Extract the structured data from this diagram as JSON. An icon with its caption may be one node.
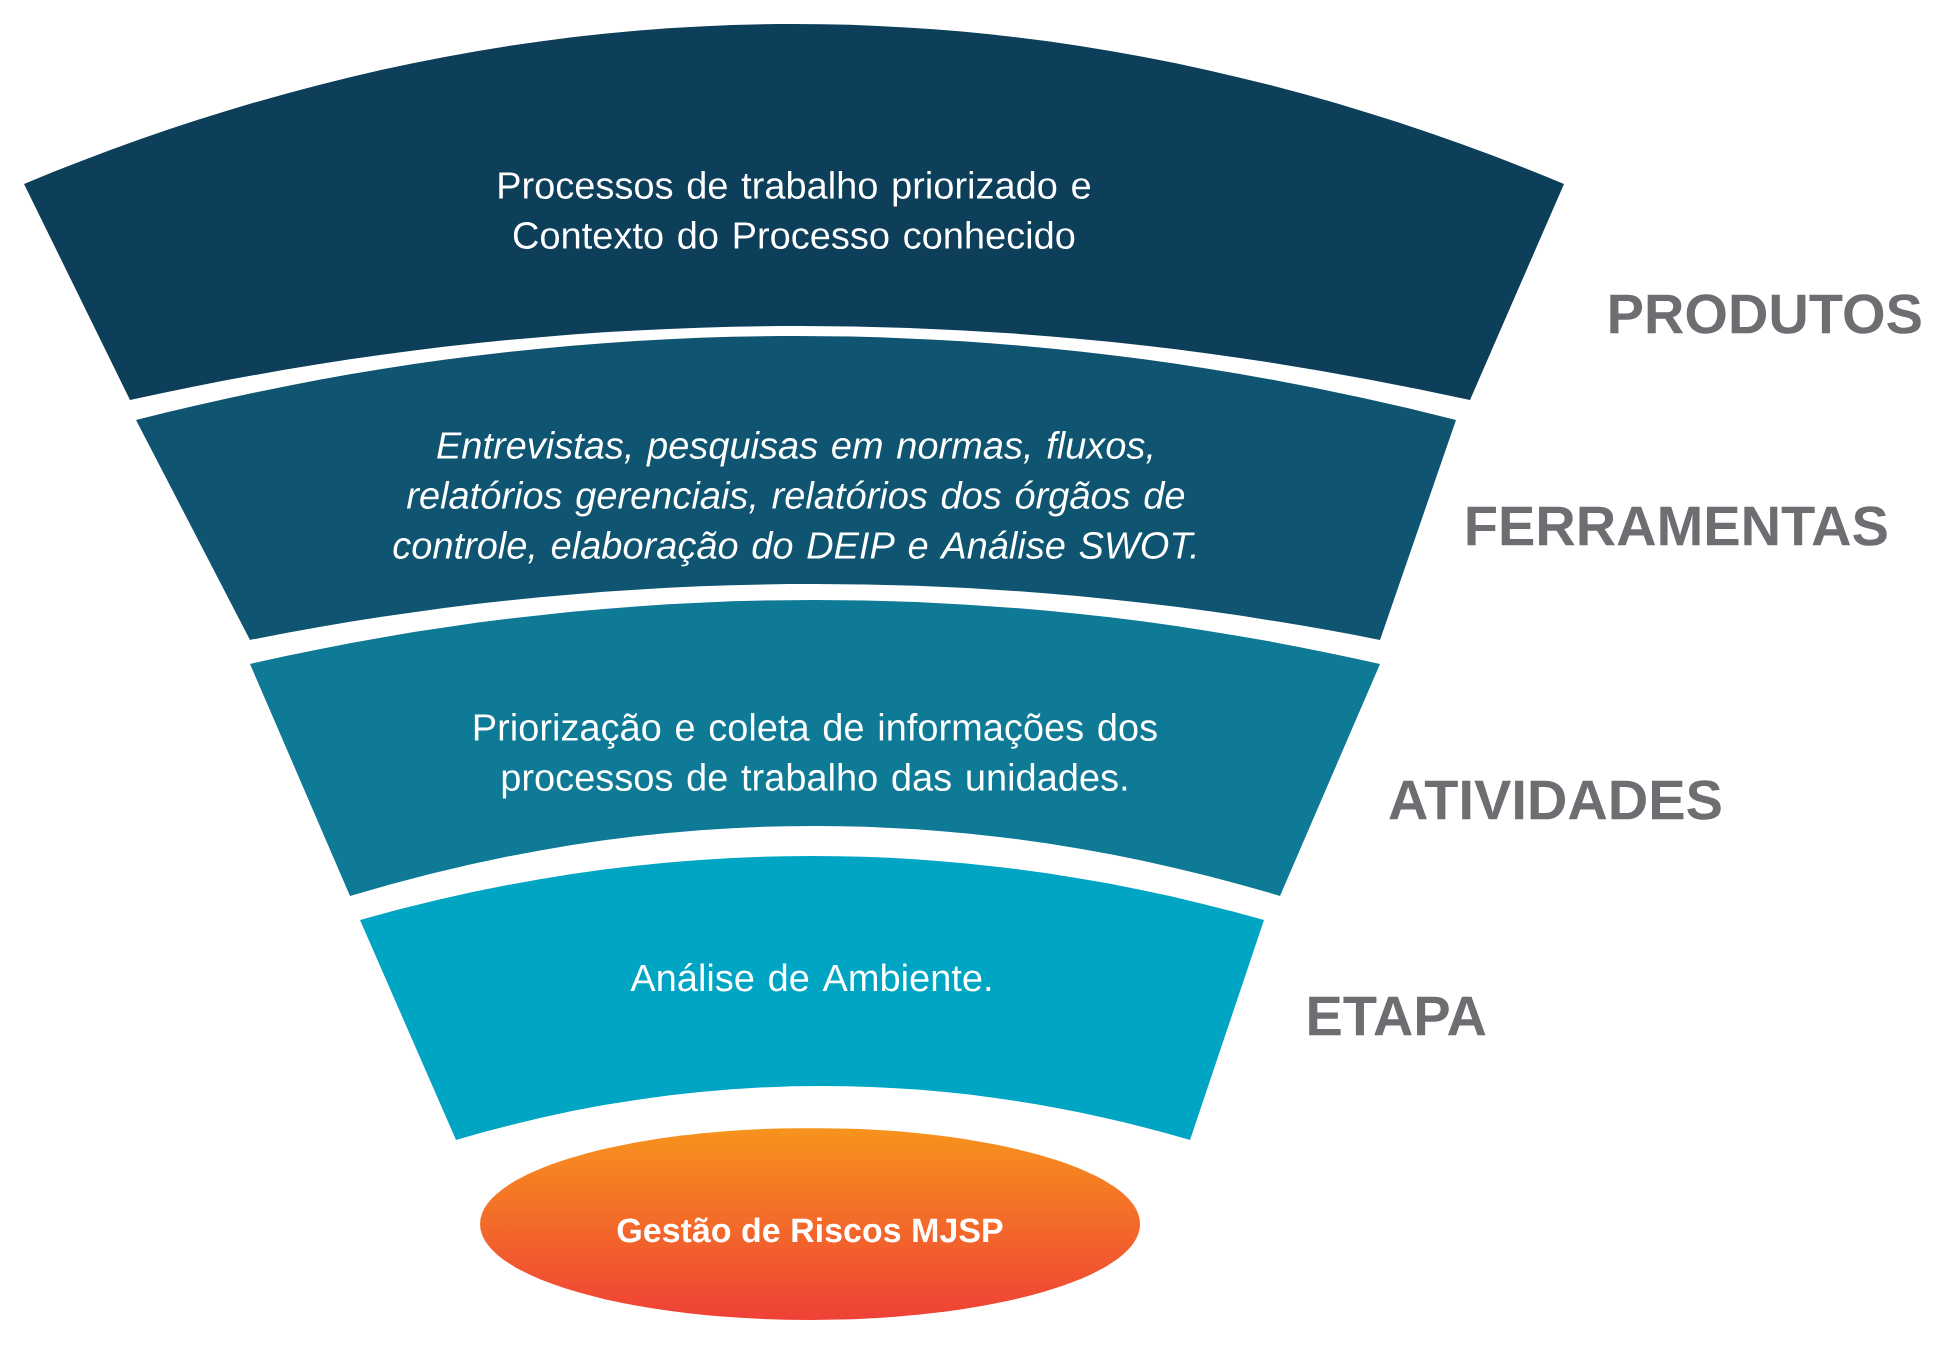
{
  "diagram": {
    "nodes": [
      {
        "text": [
          "Processos de trabalho priorizado e Contexto do Processo conhecido"
        ],
        "beside": [
          "PRODUTOS"
        ]
      },
      {
        "text": [
          "Entrevistas, pesquisas em normas, fluxos, relatórios gerenciais, relatórios dos órgãos de controle, elaboração do DEIP e Análise SWOT."
        ],
        "beside": [
          "FERRAMENTAS"
        ]
      },
      {
        "text": [
          "Priorização e coleta de informações dos processos de trabalho das unidades."
        ],
        "beside": [
          "ATIVIDADES"
        ]
      },
      {
        "text": [
          "Análise de Ambiente."
        ],
        "beside": [
          "ETAPA"
        ]
      },
      {
        "text": [
          "Gestão de Riscos MJSP"
        ]
      }
    ]
  }
}
